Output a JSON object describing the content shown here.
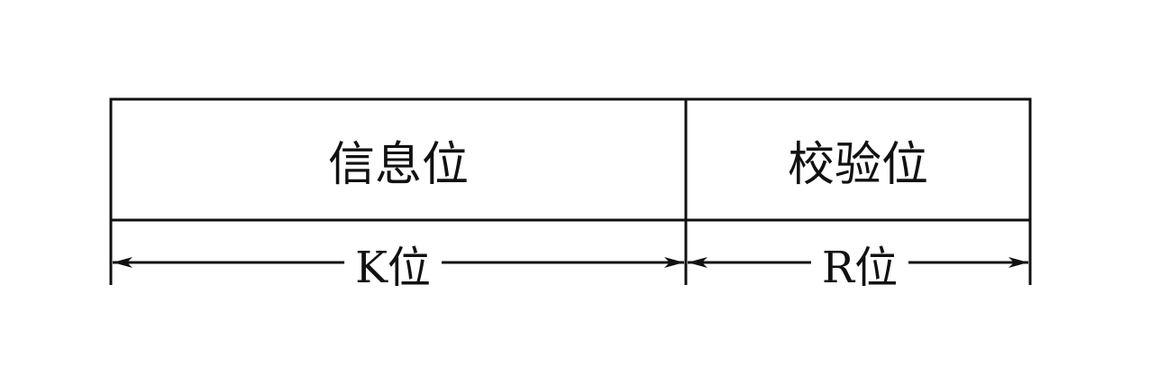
{
  "frame": {
    "fields": [
      {
        "name": "信息位"
      },
      {
        "name": "校验位"
      }
    ],
    "widths": [
      {
        "label": "K位"
      },
      {
        "label": "R位"
      }
    ]
  },
  "colors": {
    "line": "#111111",
    "background": "#ffffff"
  }
}
